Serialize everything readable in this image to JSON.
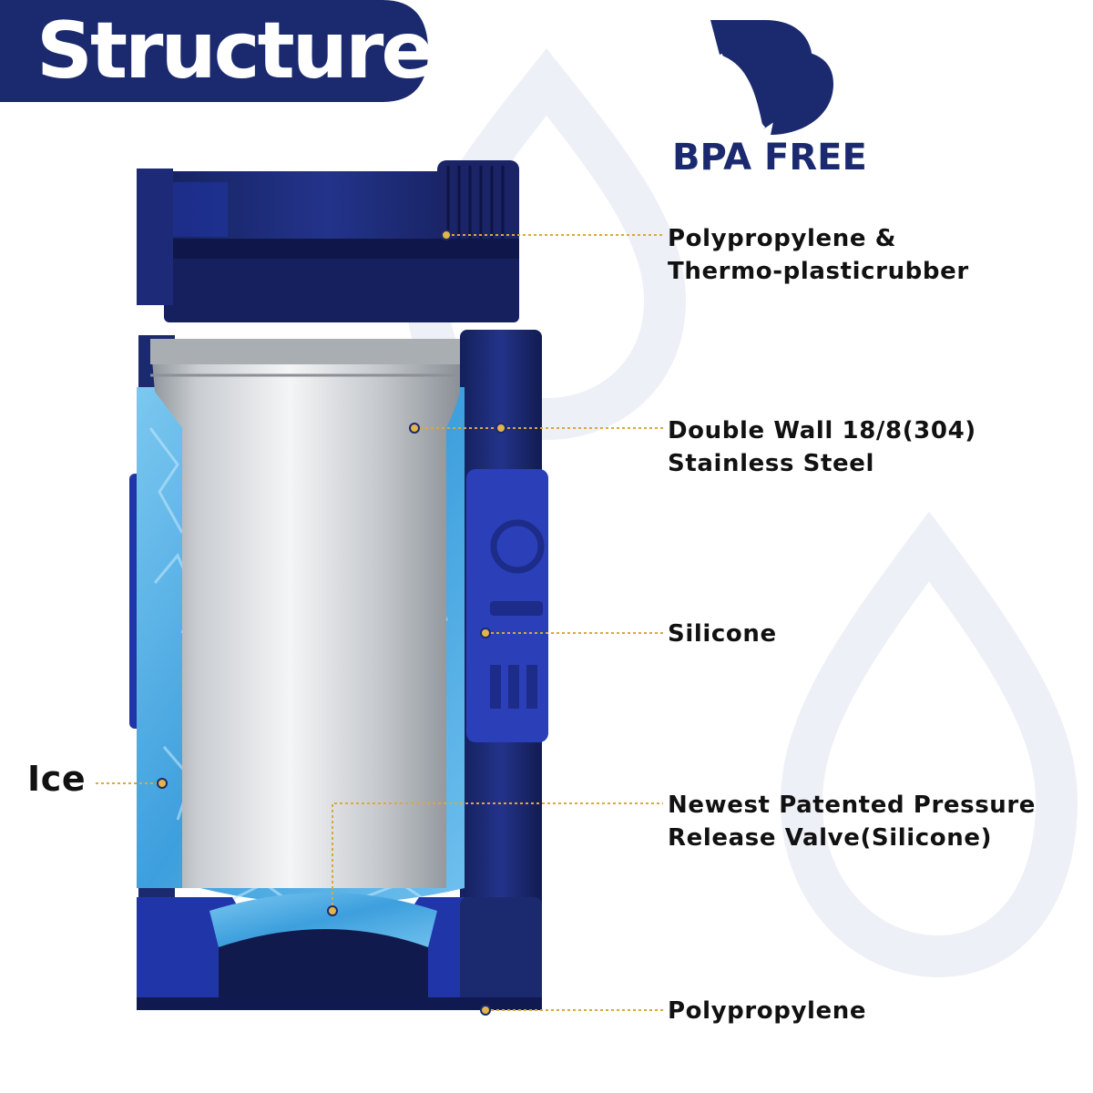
{
  "title": "Structure",
  "badge": {
    "text": "BPA FREE",
    "icon": "leaf-drop-icon"
  },
  "colors": {
    "navy": "#1b2a6e",
    "royal_blue": "#2036a8",
    "ice_blue": "#4fb0e6",
    "steel": "#c9cdd1",
    "leader": "#d9a93a"
  },
  "labels": {
    "lid": [
      "Polypropylene &",
      "Thermo-plasticrubber"
    ],
    "wall": [
      "Double Wall 18/8(304)",
      "Stainless Steel"
    ],
    "silicone": [
      "Silicone"
    ],
    "ice": "Ice",
    "valve": [
      "Newest Patented  Pressure",
      "Release Valve(Silicone)"
    ],
    "base": [
      "Polypropylene"
    ]
  }
}
